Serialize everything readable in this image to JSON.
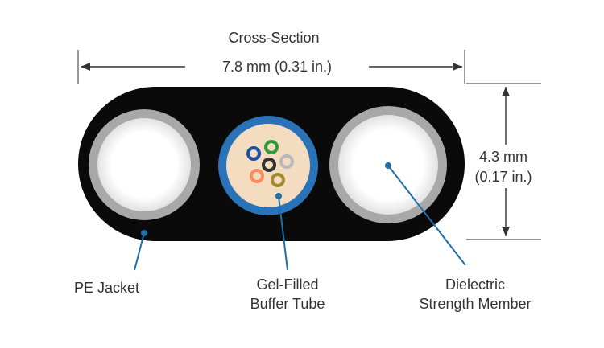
{
  "title": "Cross-Section",
  "width_dimension": "7.8 mm (0.31 in.)",
  "height_dimension": {
    "metric": "4.3 mm",
    "imperial": "(0.17 in.)"
  },
  "callouts": {
    "pe_jacket": "PE Jacket",
    "buffer_tube": [
      "Gel-Filled",
      "Buffer Tube"
    ],
    "strength_member": [
      "Dielectric",
      "Strength Member"
    ]
  },
  "colors": {
    "jacket": "#0a0a0a",
    "strength_ring": "#a8a8a8",
    "buffer_tube": "#2a73b8",
    "gel": "#f3dcc0",
    "leader": "#1f6fa8",
    "fibers": [
      "#1d4fa0",
      "#2f9a3a",
      "#b8b8b8",
      "#ff8a5c",
      "#333333",
      "#a08a2a"
    ]
  }
}
